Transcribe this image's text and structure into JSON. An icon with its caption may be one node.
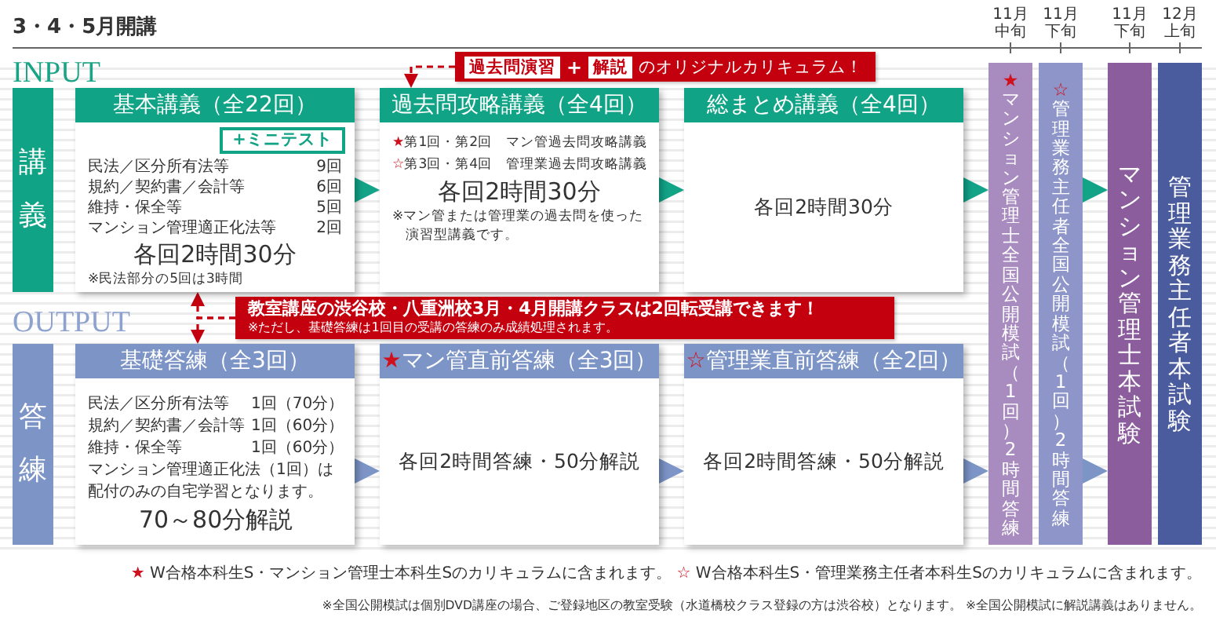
{
  "diagram": {
    "nodes": [
      {
        "text": [
          "過去問演習",
          "+",
          "解説",
          "のオリジナルカリキュラム！"
        ]
      },
      {
        "text": [
          "講義"
        ]
      },
      {
        "text": [
          "基本講義（全22回）",
          "民法／区分所有法等",
          "9回",
          "規約／契約書／会計等",
          "6回",
          "維持・保全等",
          "5回",
          "マンション管理適正化法等",
          "2回",
          "各回2時間30分",
          "※民法部分の5回は3時間"
        ]
      },
      {
        "text": [
          "+ミニテスト"
        ],
        "in": 2
      },
      {
        "text": [
          "過去問攻略講義（全4回）",
          "★第1回・第2回　マン管過去問攻略講義",
          "☆第3回・第4回　管理業過去問攻略講義",
          "各回2時間30分",
          "※マン管または管理業の過去問を使った演習型講義です。"
        ]
      },
      {
        "text": [
          "総まとめ講義（全4回）",
          "各回2時間30分"
        ]
      },
      {
        "text": [
          "教室講座の渋谷校・八重洲校3月・4月開講クラスは2回転受講できます！",
          "※ただし、基礎答練は1回目の受講の答練のみ成績処理されます。"
        ]
      },
      {
        "text": [
          "答練"
        ]
      },
      {
        "text": [
          "基礎答練（全3回）",
          "民法／区分所有法等",
          "1回（70分）",
          "規約／契約書／会計等",
          "1回（60分）",
          "維持・保全等",
          "1回（60分）",
          "マンション管理適正化法（1回）は配付のみの自宅学習となります。",
          "70～80分解説"
        ]
      },
      {
        "text": [
          "★マン管直前答練（全3回）",
          "各回2時間答練・50分解説"
        ]
      },
      {
        "text": [
          "☆管理業直前答練（全2回）",
          "各回2時間答練・50分解説"
        ]
      },
      {
        "text": [
          "★マンション管理士全国公開模試（1回）2時間答練"
        ],
        "beside": [
          "11月中旬"
        ]
      },
      {
        "text": [
          "☆管理業務主任者全国公開模試（1回）2時間答練"
        ],
        "beside": [
          "11月下旬"
        ]
      },
      {
        "text": [
          "マンション管理士本試験"
        ],
        "beside": [
          "11月下旬"
        ]
      },
      {
        "text": [
          "管理業務主任者本試験"
        ],
        "beside": [
          "12月上旬"
        ]
      }
    ],
    "edges": [
      {
        "from": 0,
        "to": 4,
        "arrow": "to",
        "style": "dashed",
        "color": "#c4000f"
      },
      {
        "from": 6,
        "to": 2,
        "arrow": "to",
        "style": "dashed",
        "color": "#c4000f"
      },
      {
        "from": 6,
        "to": 8,
        "arrow": "to",
        "style": "dashed",
        "color": "#c4000f"
      },
      {
        "from": 2,
        "to": 4,
        "arrow": "to",
        "color": "#13a488"
      },
      {
        "from": 4,
        "to": 5,
        "arrow": "to",
        "color": "#13a488"
      },
      {
        "from": 5,
        "to": 11,
        "arrow": "to",
        "color": "#13a488"
      },
      {
        "from": 12,
        "to": 13,
        "arrow": "to",
        "color": "#13a488"
      },
      {
        "from": 8,
        "to": 9,
        "arrow": "to",
        "color": "#7c94c6"
      },
      {
        "from": 9,
        "to": 10,
        "arrow": "to",
        "color": "#7c94c6"
      },
      {
        "from": 10,
        "to": 11,
        "arrow": "to",
        "color": "#7c94c6"
      },
      {
        "from": 12,
        "to": 13,
        "arrow": "to",
        "color": "#7c94c6"
      }
    ],
    "labels": [
      "3・4・5月開講",
      "INPUT",
      "OUTPUT",
      "★ W合格本科生S・マンション管理士本科生Sのカリキュラムに含まれます。",
      "☆ W合格本科生S・管理業務主任者本科生Sのカリキュラムに含まれます。",
      "※全国公開模試は個別DVD講座の場合、ご登録地区の教室受験（水道橋校クラス登録の方は渋谷校）となります。",
      "※全国公開模試に解説講義はありません。"
    ]
  }
}
